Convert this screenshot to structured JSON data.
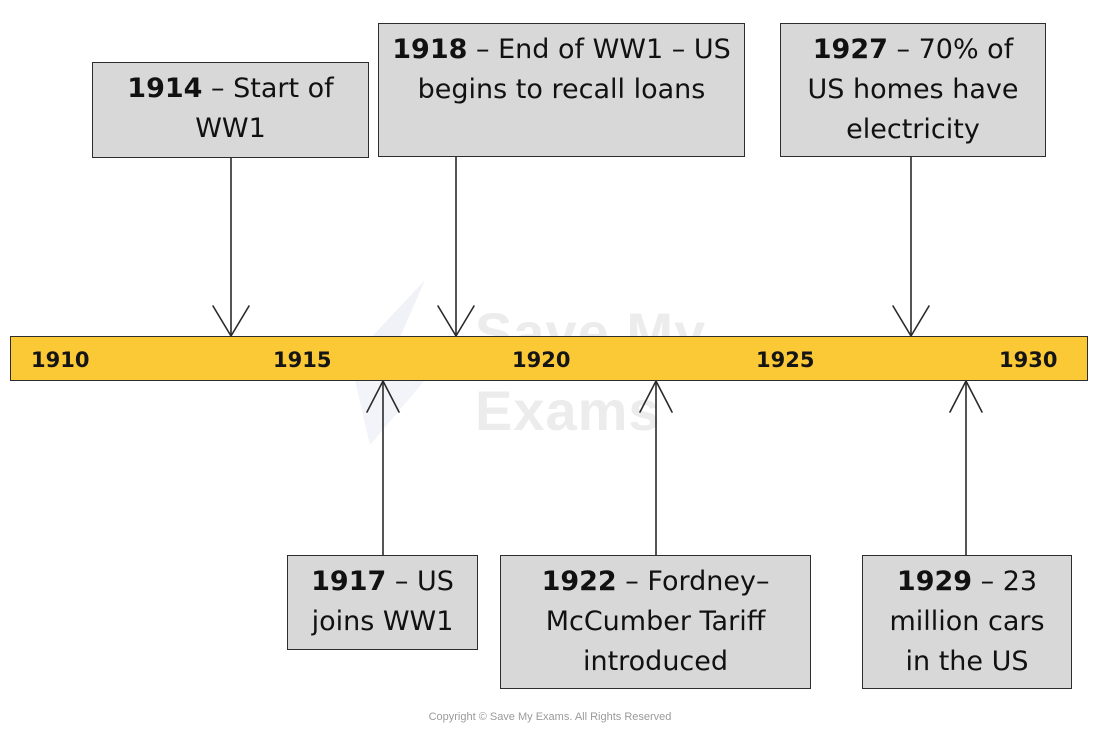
{
  "timeline": {
    "years": [
      "1910",
      "1915",
      "1920",
      "1925",
      "1930"
    ],
    "bar_color": "#fcc936",
    "box_color": "#d8d8d8"
  },
  "events": {
    "e1914": {
      "year": "1914",
      "text": " – Start of WW1"
    },
    "e1918": {
      "year": "1918",
      "text": " – End of WW1 – US begins to recall loans"
    },
    "e1927": {
      "year": "1927",
      "text": " – 70% of US homes have electricity"
    },
    "e1917": {
      "year": "1917",
      "text": " – US joins WW1"
    },
    "e1922": {
      "year": "1922",
      "text": " – Fordney–McCumber Tariff introduced"
    },
    "e1929": {
      "year": "1929",
      "text": " – 23 million cars in the US"
    }
  },
  "watermark": {
    "line1": "Save My",
    "line2": "Exams"
  },
  "copyright": "Copyright © Save My Exams. All Rights Reserved"
}
